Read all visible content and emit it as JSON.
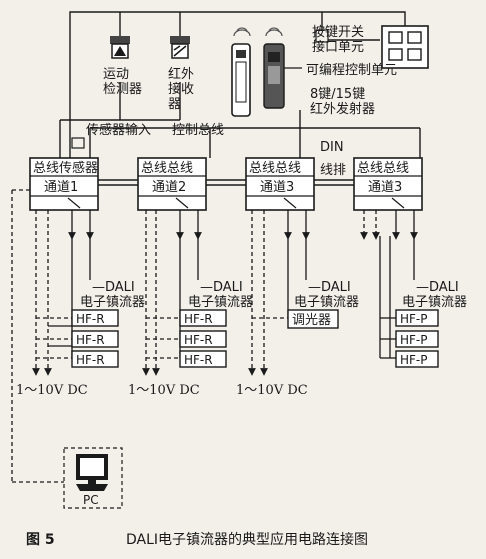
{
  "devices": {
    "motion_detector": [
      "运动",
      "检测器"
    ],
    "ir_receiver": [
      "红外",
      "接收",
      "器"
    ],
    "key_switch_interface": [
      "按键开关",
      "接口单元"
    ],
    "programmable_control": "可编程控制单元",
    "ir_transmitter": [
      "8键/15键",
      "红外发射器"
    ]
  },
  "bus_labels": {
    "sensor_input": "传感器输入",
    "control_bus": "控制总线",
    "din_rail": [
      "DIN",
      "线排"
    ]
  },
  "modules": [
    {
      "top": "总线传感器",
      "bottom": "通道1"
    },
    {
      "top": "总线总线",
      "bottom": "通道2"
    },
    {
      "top": "总线总线",
      "bottom": "通道3"
    },
    {
      "top": "总线总线",
      "bottom": "通道3"
    }
  ],
  "ballast_label": [
    "—DALI",
    "电子镇流器"
  ],
  "loads": {
    "group1": [
      "HF-R",
      "HF-R",
      "HF-R"
    ],
    "group2": [
      "HF-R",
      "HF-R",
      "HF-R"
    ],
    "group3": [
      "调光器"
    ],
    "group4": [
      "HF-P",
      "HF-P",
      "HF-P"
    ]
  },
  "analog_label": "1～10V DC",
  "pc_label": "PC",
  "caption": {
    "figure": "图 5",
    "text": "DALI电子镇流器的典型应用电路连接图"
  }
}
